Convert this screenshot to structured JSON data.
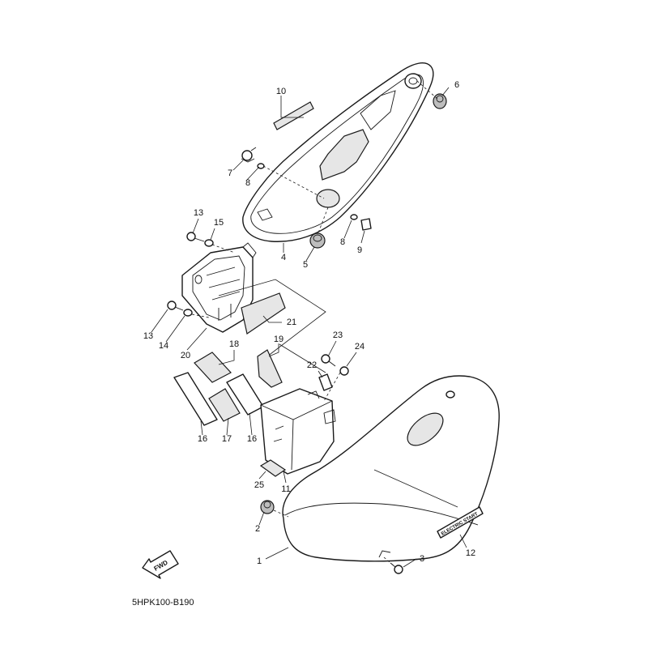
{
  "diagram": {
    "code": "5HPK100-B190",
    "fwd_label": "FWD",
    "decal_text": "ELECTRIC START",
    "callouts": [
      {
        "id": "c1",
        "num": "1"
      },
      {
        "id": "c2",
        "num": "2"
      },
      {
        "id": "c3",
        "num": "3"
      },
      {
        "id": "c4",
        "num": "4"
      },
      {
        "id": "c5",
        "num": "5"
      },
      {
        "id": "c6",
        "num": "6"
      },
      {
        "id": "c7",
        "num": "7"
      },
      {
        "id": "c8a",
        "num": "8"
      },
      {
        "id": "c8b",
        "num": "8"
      },
      {
        "id": "c9",
        "num": "9"
      },
      {
        "id": "c10",
        "num": "10"
      },
      {
        "id": "c11",
        "num": "11"
      },
      {
        "id": "c12",
        "num": "12"
      },
      {
        "id": "c13a",
        "num": "13"
      },
      {
        "id": "c13b",
        "num": "13"
      },
      {
        "id": "c14",
        "num": "14"
      },
      {
        "id": "c15",
        "num": "15"
      },
      {
        "id": "c16a",
        "num": "16"
      },
      {
        "id": "c16b",
        "num": "16"
      },
      {
        "id": "c17",
        "num": "17"
      },
      {
        "id": "c18",
        "num": "18"
      },
      {
        "id": "c19",
        "num": "19"
      },
      {
        "id": "c20",
        "num": "20"
      },
      {
        "id": "c21",
        "num": "21"
      },
      {
        "id": "c22",
        "num": "22"
      },
      {
        "id": "c23",
        "num": "23"
      },
      {
        "id": "c24",
        "num": "24"
      },
      {
        "id": "c25",
        "num": "25"
      }
    ]
  }
}
